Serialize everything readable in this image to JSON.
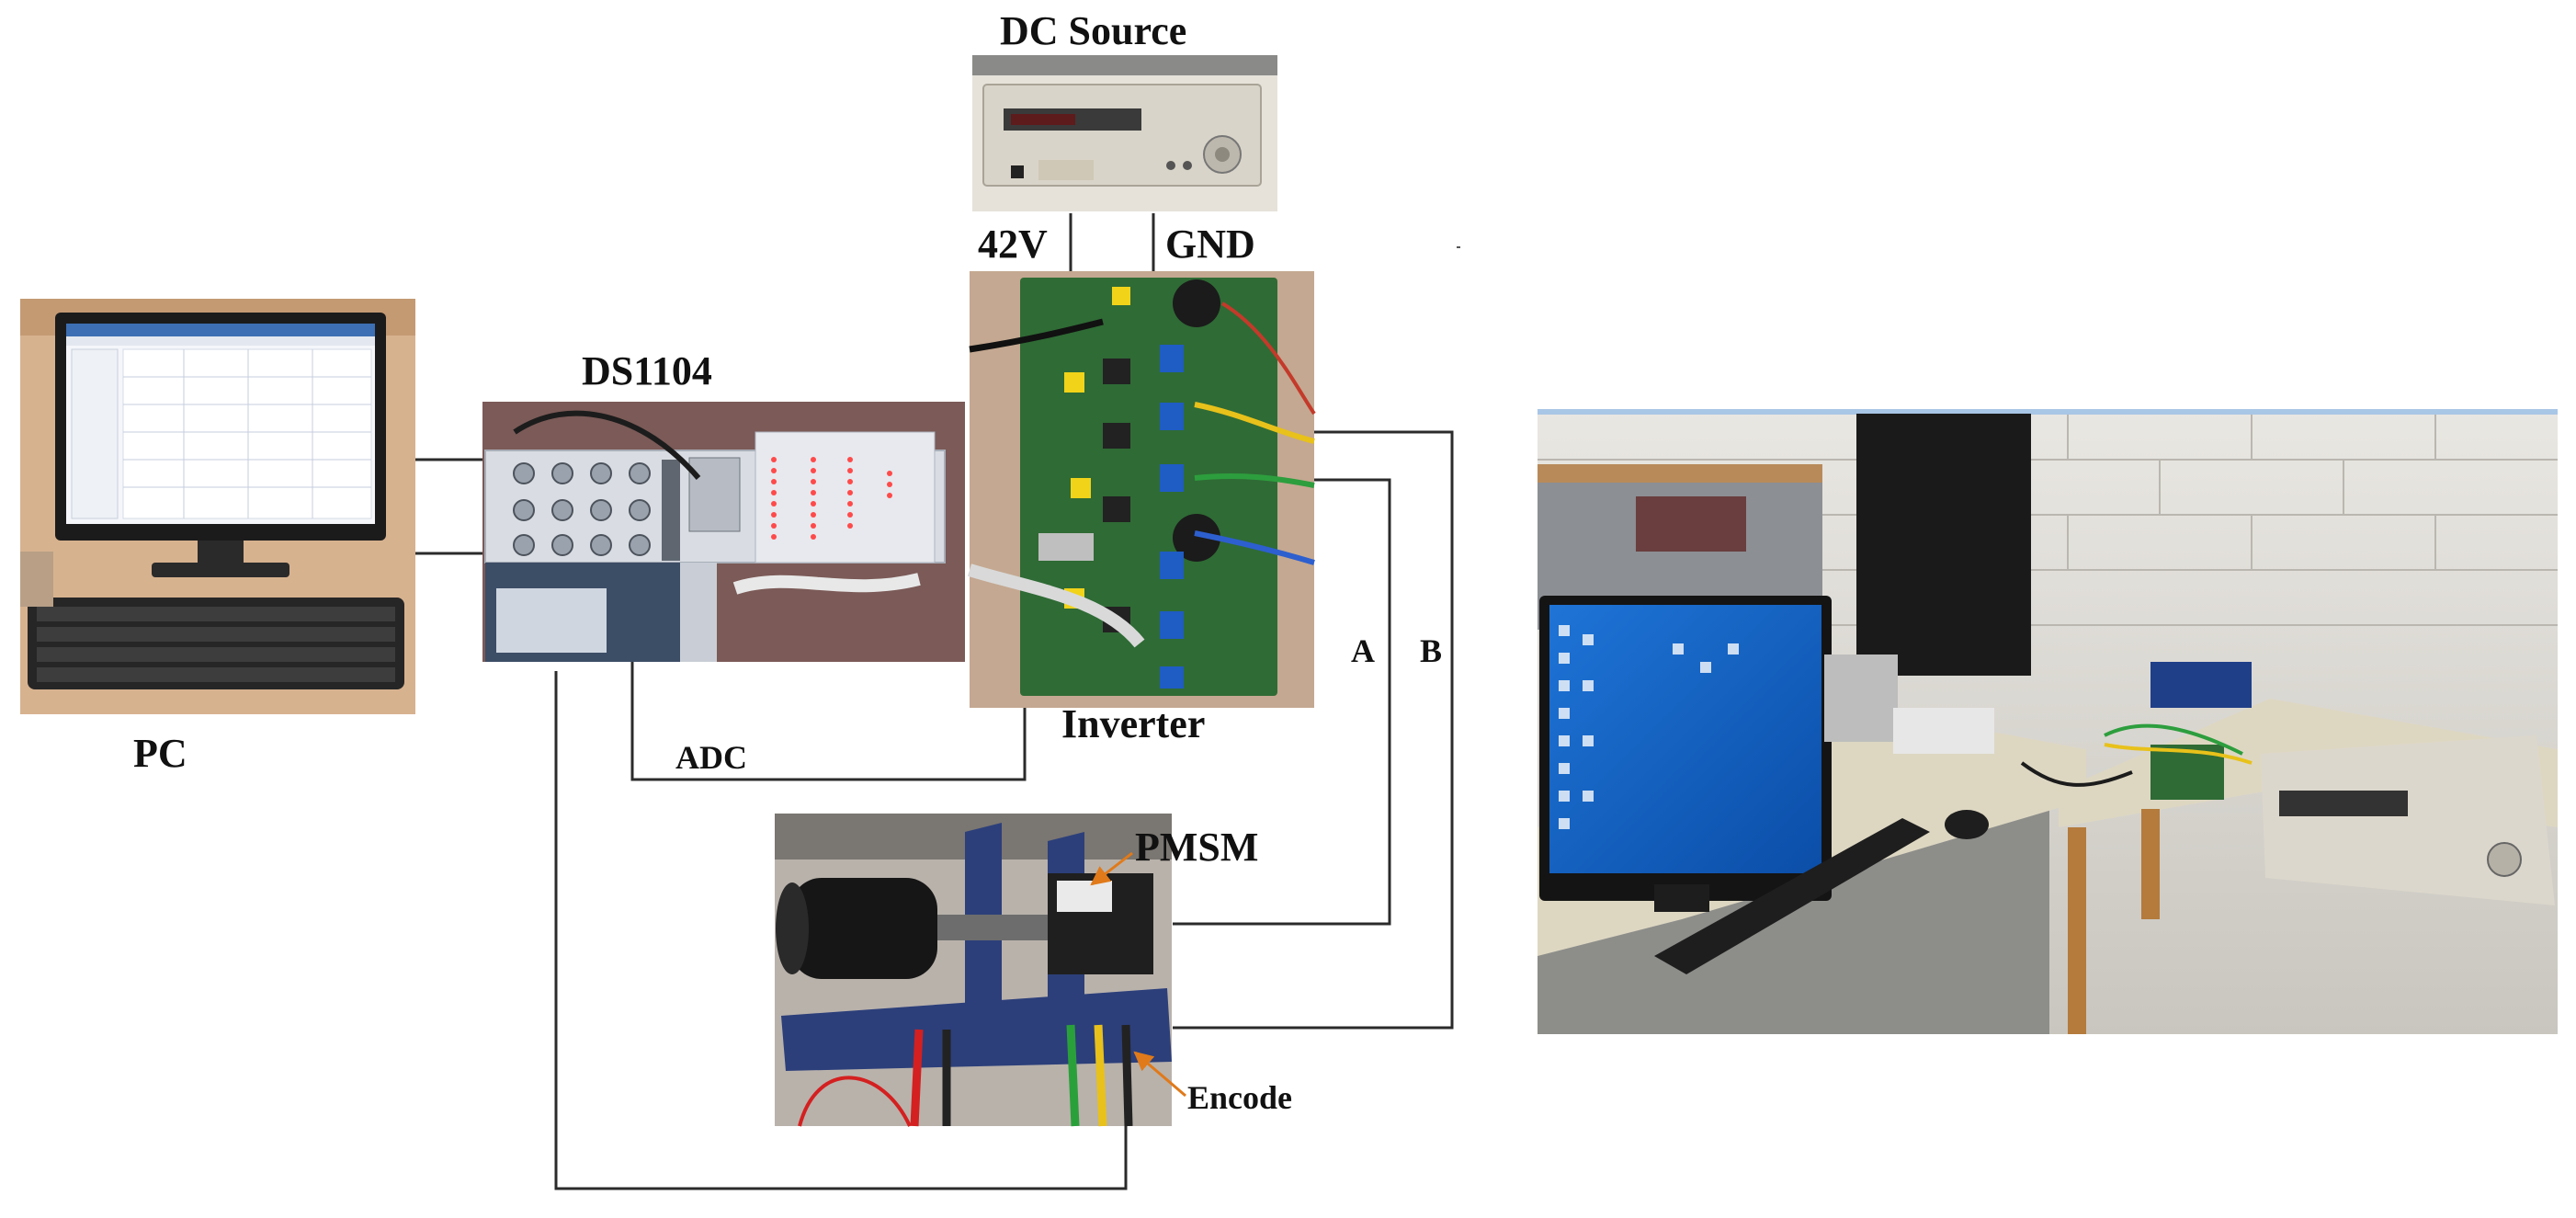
{
  "labels": {
    "dc_source": "DC Source",
    "v42": "42V",
    "gnd": "GND",
    "ds1104": "DS1104",
    "pc": "PC",
    "inverter": "Inverter",
    "adc": "ADC",
    "phase_a": "A",
    "phase_b": "B",
    "pmsm": "PMSM",
    "encode": "Encode"
  },
  "colors": {
    "wire": "#2b2b2b",
    "arrow": "#e07a1a",
    "pcb_green": "#2f6b35",
    "bench_blue": "#2c3f7a",
    "wall_tile": "#dcdad4"
  },
  "photos": {
    "pc": "pc-workstation-photo",
    "ds1104": "dspace-ds1104-panel-photo",
    "dc_source": "dc-power-supply-photo",
    "inverter": "inverter-board-photo",
    "pmsm": "pmsm-test-bench-photo",
    "lab": "lab-setup-photo"
  }
}
